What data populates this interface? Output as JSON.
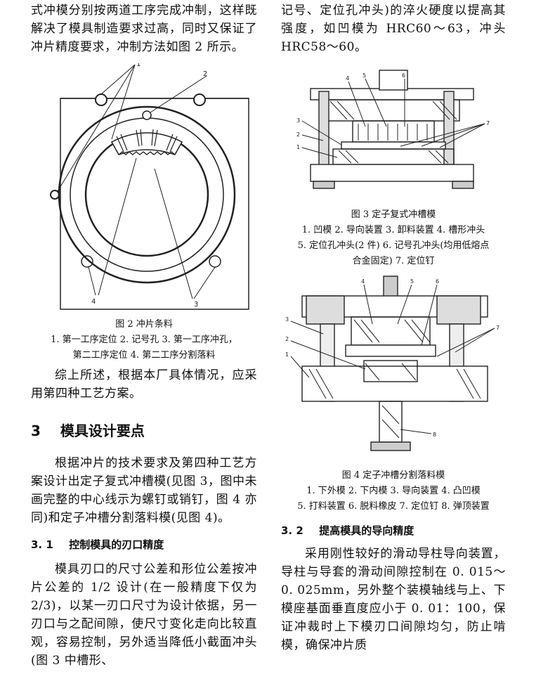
{
  "left": {
    "intro": "式冲模分别按两道工序完成冲制，这样既解决了模具制造要求过高，同时又保证了冲片精度要求，冲制方法如图 2 所示。",
    "fig2": {
      "title": "图 2  冲片条料",
      "callouts": [
        "1",
        "2",
        "3",
        "4"
      ],
      "legend_line1": "1. 第一工序定位  2. 记号孔  3. 第一工序冲孔，",
      "legend_line2": "第二工序定位  4. 第二工序分割落料"
    },
    "summary": "综上所述，根据本厂具体情况，应采用第四种工艺方案。",
    "sec3": {
      "num": "3",
      "title": "模具设计要点"
    },
    "sec3_para": "根据冲片的技术要求及第四种工艺方案设计出定子复式冲槽模(见图 3，图中未画完整的中心线示为螺钉或销钉，图 4 亦同)和定子冲槽分割落料模(见图 4)。",
    "sec31": {
      "num": "3. 1",
      "title": "控制模具的刃口精度"
    },
    "sec31_para": "模具刃口的尺寸公差和形位公差按冲片公差的 1/2 设计(在一般精度下仅为 2/3)，以某一刃口尺寸为设计依据，另一刃口与之配间隙，使尺寸变化走向比较直观，容易控制，另外适当降低小截面冲头(图 3 中槽形、"
  },
  "right": {
    "top_para": "记号、定位孔冲头)的淬火硬度以提高其强度，如凹模为 HRC60～63，冲头 HRC58～60。",
    "fig3": {
      "callouts": [
        "4",
        "5",
        "6",
        "3",
        "2",
        "1",
        "7"
      ],
      "title": "图 3  定子复式冲槽模",
      "legend_line1": "1. 凹模  2. 导向装置  3. 卸料装置  4. 槽形冲头",
      "legend_line2": "5. 定位孔冲头(2 件)  6. 记号孔冲头(均用低熔点",
      "legend_line3": "合金固定)  7. 定位钉"
    },
    "fig4": {
      "callouts": [
        "4",
        "5",
        "6",
        "3",
        "2",
        "1",
        "7",
        "8"
      ],
      "title": "图 4  定子冲槽分割落料模",
      "legend_line1": "1. 下外模  2. 下内模  3. 导向装置  4. 凸凹模",
      "legend_line2": "5. 打料装置  6. 脱料橡皮  7. 定位钉  8. 弹顶装置"
    },
    "sec32": {
      "num": "3. 2",
      "title": "提高模具的导向精度"
    },
    "sec32_para": "采用刚性较好的滑动导柱导向装置，导柱与导套的滑动间隙控制在 0. 015～0. 025mm，另外整个装模轴线与上、下模座基面垂直度应小于 0. 01：100，保证冲裁时上下模刃口间隙均匀，防止啃模，确保冲片质"
  }
}
